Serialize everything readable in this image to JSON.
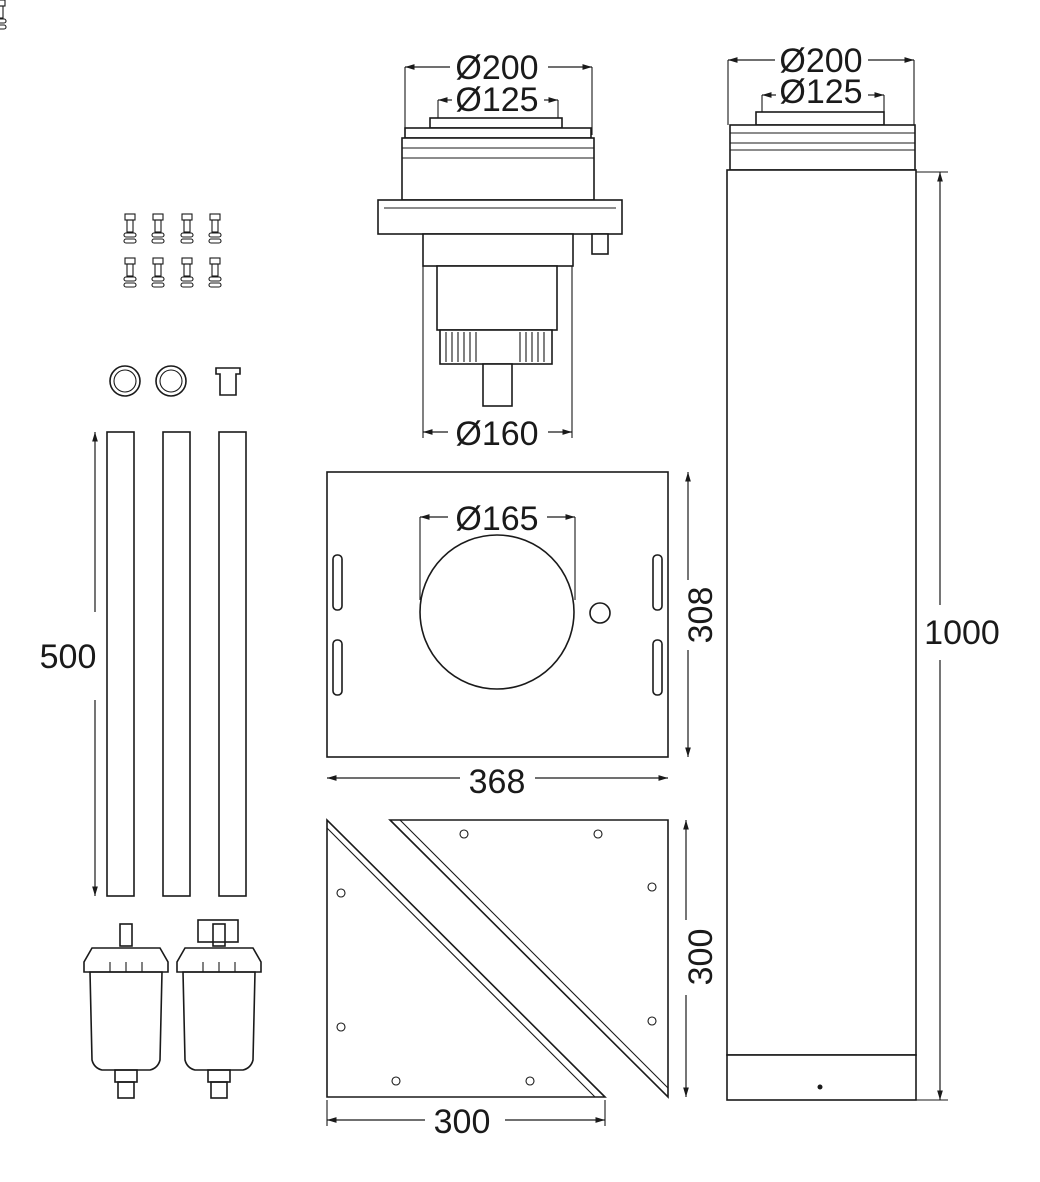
{
  "dimensions": {
    "flue_adapter_outer": "Ø200",
    "flue_adapter_inner": "Ø125",
    "flue_adapter_bottom": "Ø160",
    "plate_hole": "Ø165",
    "plate_height": "308",
    "plate_width": "368",
    "bracket_height": "300",
    "bracket_width": "300",
    "rod_length": "500",
    "pipe_outer": "Ø200",
    "pipe_inner": "Ø125",
    "pipe_length": "1000"
  }
}
